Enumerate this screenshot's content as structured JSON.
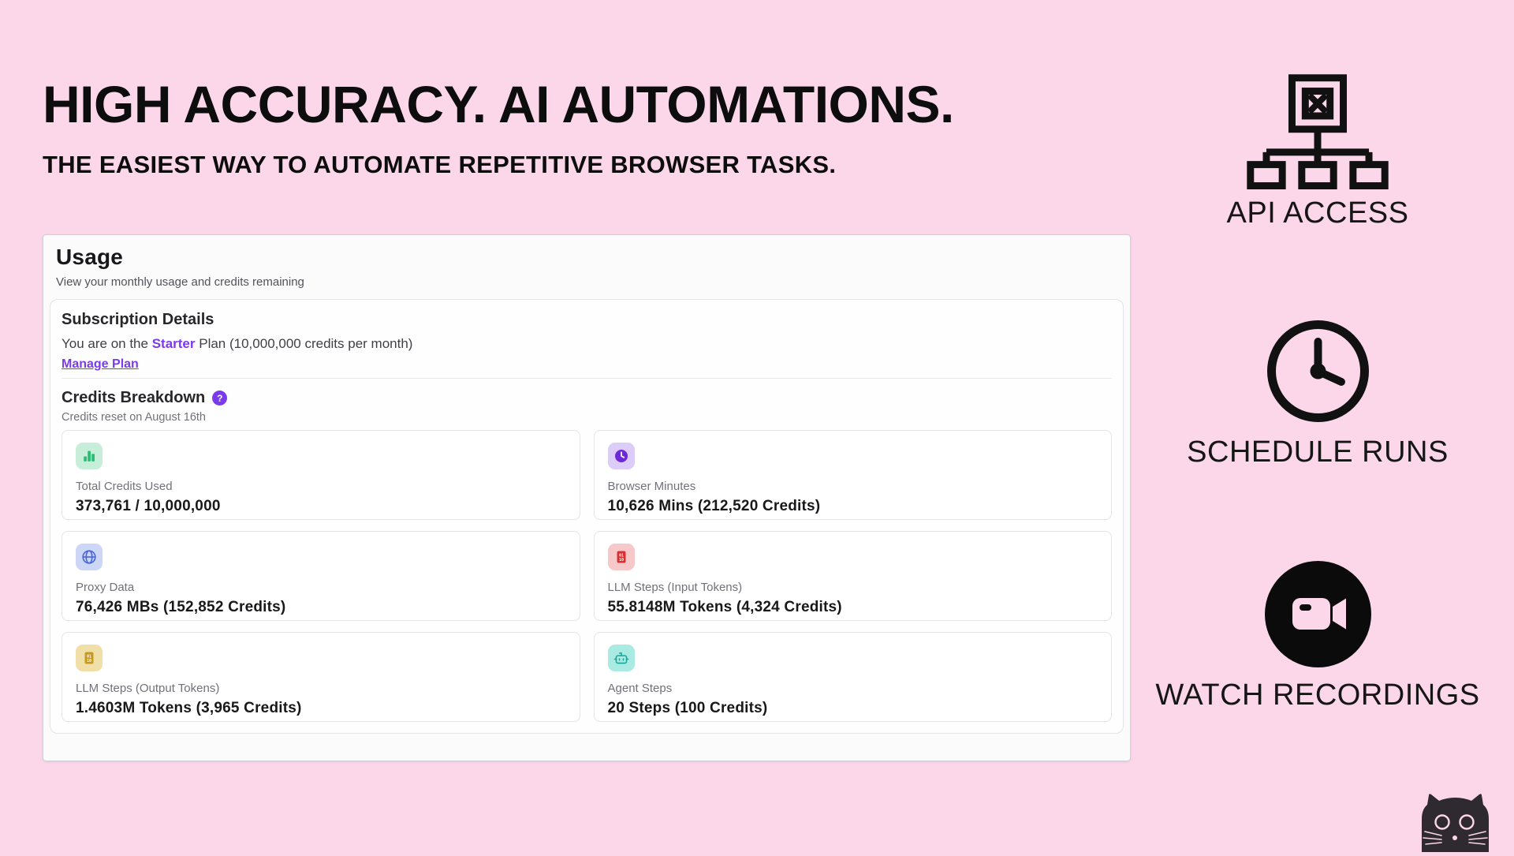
{
  "page": {
    "background": "#fbd7e9",
    "title": "HIGH ACCURACY. AI AUTOMATIONS.",
    "subtitle": "THE EASIEST WAY TO AUTOMATE REPETITIVE BROWSER TASKS."
  },
  "usage_panel": {
    "title": "Usage",
    "subtitle": "View your monthly usage and credits remaining",
    "subscription": {
      "heading": "Subscription Details",
      "plan_prefix": "You are on the ",
      "plan_name": "Starter",
      "plan_suffix": " Plan (10,000,000 credits per month)",
      "manage_label": "Manage Plan"
    },
    "credits": {
      "heading": "Credits Breakdown",
      "help_glyph": "?",
      "reset_note": "Credits reset on August 16th",
      "stats": [
        {
          "label": "Total Credits Used",
          "value": "373,761 / 10,000,000",
          "icon": "bar-chart-icon",
          "icon_color": "#2dbd74",
          "icon_bg": "#c7eed8"
        },
        {
          "label": "Browser Minutes",
          "value": "10,626 Mins (212,520 Credits)",
          "icon": "clock-icon",
          "icon_color": "#6d28d9",
          "icon_bg": "#dcccfa"
        },
        {
          "label": "Proxy Data",
          "value": "76,426 MBs (152,852 Credits)",
          "icon": "globe-icon",
          "icon_color": "#4a66d9",
          "icon_bg": "#ccd6f6"
        },
        {
          "label": "LLM Steps (Input Tokens)",
          "value": "55.8148M Tokens (4,324 Credits)",
          "icon": "binary-file-icon",
          "icon_color": "#d92f2f",
          "icon_bg": "#f6c8ca"
        },
        {
          "label": "LLM Steps (Output Tokens)",
          "value": "1.4603M Tokens (3,965 Credits)",
          "icon": "binary-file-icon",
          "icon_color": "#c79a1d",
          "icon_bg": "#f0dfa6"
        },
        {
          "label": "Agent Steps",
          "value": "20 Steps (100 Credits)",
          "icon": "bot-icon",
          "icon_color": "#16a79a",
          "icon_bg": "#a9ebe3"
        }
      ]
    }
  },
  "features": [
    {
      "label": "API ACCESS",
      "icon": "sitemap-icon"
    },
    {
      "label": "SCHEDULE RUNS",
      "icon": "clock-icon"
    },
    {
      "label": "WATCH RECORDINGS",
      "icon": "video-camera-icon"
    }
  ],
  "mascot": {
    "icon": "black-cat-icon"
  }
}
